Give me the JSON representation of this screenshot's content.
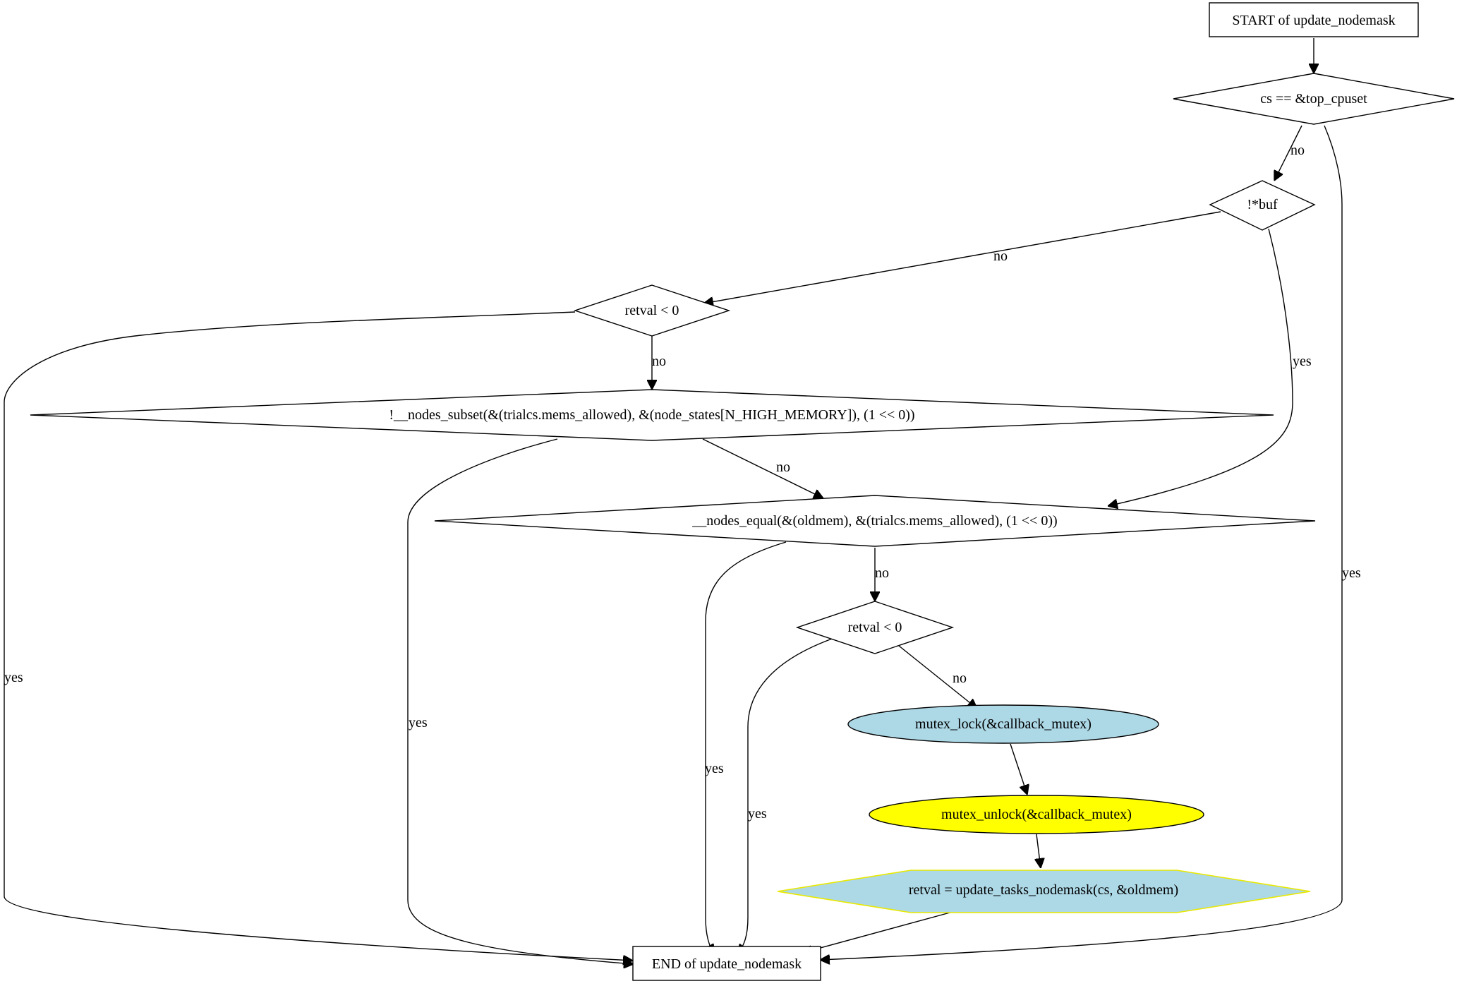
{
  "nodes": {
    "start": "START of update_nodemask",
    "cs_top": "cs == &top_cpuset",
    "buf": "!*buf",
    "retval1": "retval < 0",
    "subset": "!__nodes_subset(&(trialcs.mems_allowed), &(node_states[N_HIGH_MEMORY]), (1 << 0))",
    "equal": "__nodes_equal(&(oldmem), &(trialcs.mems_allowed), (1 << 0))",
    "retval2": "retval < 0",
    "lock": "mutex_lock(&callback_mutex)",
    "unlock": "mutex_unlock(&callback_mutex)",
    "tasks": "retval = update_tasks_nodemask(cs, &oldmem)",
    "end": "END of update_nodemask"
  },
  "edge_labels": {
    "cs_no": "no",
    "cs_yes": "yes",
    "buf_no": "no",
    "buf_yes": "yes",
    "r1_no": "no",
    "r1_yes": "yes",
    "sub_no": "no",
    "sub_yes": "yes",
    "eq_no": "no",
    "eq_yes": "yes",
    "r2_no": "no",
    "r2_yes": "yes"
  },
  "colors": {
    "lightblue": "#add8e6",
    "yellow": "#ffff00",
    "hexagon_border": "#e8e800"
  }
}
